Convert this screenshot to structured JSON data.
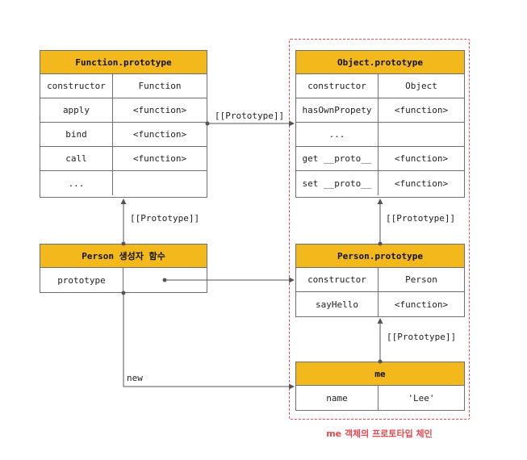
{
  "function_prototype": {
    "title": "Function.prototype",
    "rows": [
      {
        "key": "constructor",
        "value": "Function"
      },
      {
        "key": "apply",
        "value": "<function>"
      },
      {
        "key": "bind",
        "value": "<function>"
      },
      {
        "key": "call",
        "value": "<function>"
      },
      {
        "key": "...",
        "value": ""
      }
    ]
  },
  "object_prototype": {
    "title": "Object.prototype",
    "rows": [
      {
        "key": "constructor",
        "value": "Object"
      },
      {
        "key": "hasOwnPropety",
        "value": "<function>"
      },
      {
        "key": "...",
        "value": ""
      },
      {
        "key": "get __proto__",
        "value": "<function>"
      },
      {
        "key": "set __proto__",
        "value": "<function>"
      }
    ]
  },
  "person_constructor": {
    "title": "Person 생성자 함수",
    "rows": [
      {
        "key": "prototype",
        "value": ""
      }
    ]
  },
  "person_prototype": {
    "title": "Person.prototype",
    "rows": [
      {
        "key": "constructor",
        "value": "Person"
      },
      {
        "key": "sayHello",
        "value": "<function>"
      }
    ]
  },
  "me": {
    "title": "me",
    "rows": [
      {
        "key": "name",
        "value": "'Lee'"
      }
    ]
  },
  "labels": {
    "func_to_object": "[[Prototype]]",
    "person_to_func": "[[Prototype]]",
    "personproto_to_object": "[[Prototype]]",
    "me_to_personproto": "[[Prototype]]",
    "new": "new"
  },
  "chain_caption": "me 객체의 프로토타입 체인",
  "colors": {
    "header": "#f2b81c",
    "border": "#6f6f6f",
    "chain": "#e5484d"
  }
}
